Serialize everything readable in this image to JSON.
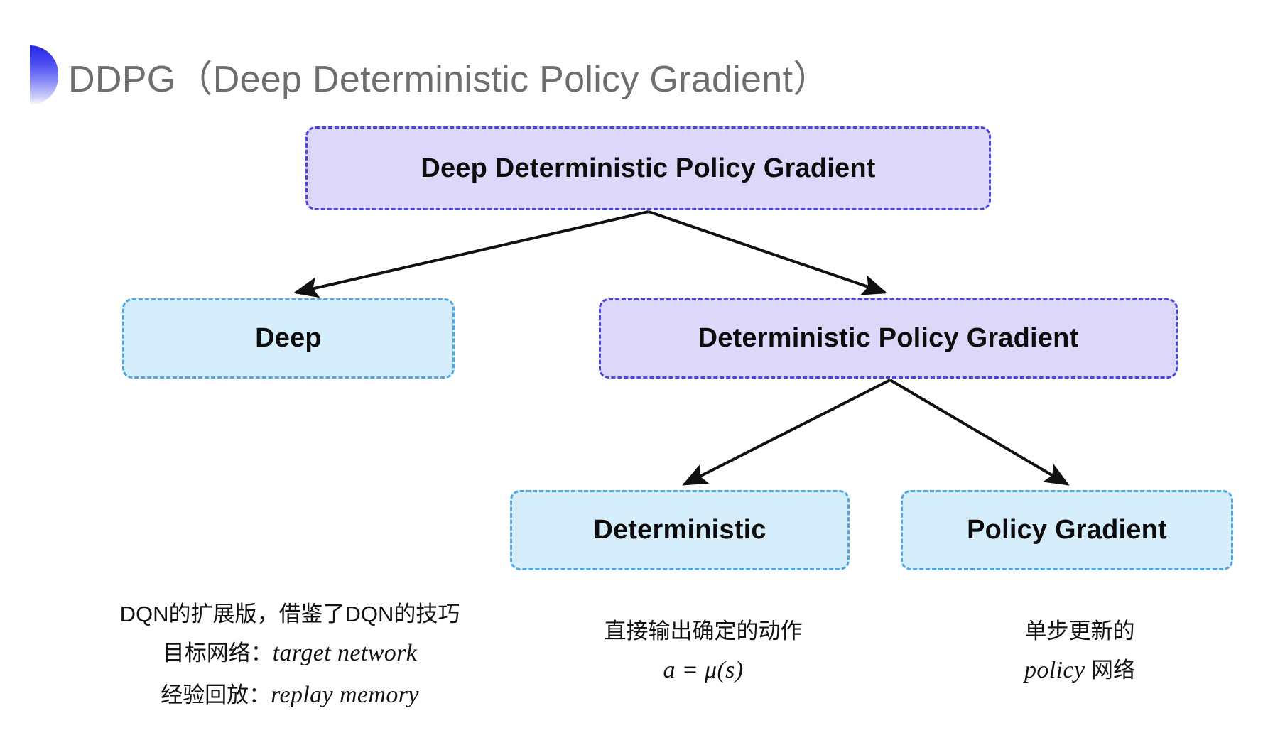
{
  "slide": {
    "title": "DDPG（Deep Deterministic Policy Gradient）",
    "bullet_icon": "gradient-halfcircle-bullet",
    "background_color": "#ffffff",
    "title_color": "#6e6e6e"
  },
  "palette": {
    "purple_fill": "#ddd8fa",
    "purple_border": "#4b46e0",
    "cyan_fill": "#d6eefb",
    "cyan_border": "#50a6de",
    "arrow_color": "#111111",
    "bullet_gradient_start": "#2628e8",
    "bullet_gradient_end": "#ffffff"
  },
  "diagram": {
    "type": "tree",
    "nodes": [
      {
        "id": "root",
        "label": "Deep Deterministic Policy Gradient",
        "style": "purple",
        "level": 0
      },
      {
        "id": "deep",
        "label": "Deep",
        "style": "cyan",
        "level": 1
      },
      {
        "id": "dpg",
        "label": "Deterministic Policy Gradient",
        "style": "purple",
        "level": 1
      },
      {
        "id": "det",
        "label": "Deterministic",
        "style": "cyan",
        "level": 2
      },
      {
        "id": "pg",
        "label": "Policy Gradient",
        "style": "cyan",
        "level": 2
      }
    ],
    "edges": [
      {
        "from": "root",
        "to": "deep"
      },
      {
        "from": "root",
        "to": "dpg"
      },
      {
        "from": "dpg",
        "to": "det"
      },
      {
        "from": "dpg",
        "to": "pg"
      }
    ]
  },
  "captions": {
    "deep": {
      "line1": "DQN的扩展版，借鉴了DQN的技巧",
      "line2_label": "目标网络：",
      "line2_term": "target network",
      "line3_label": "经验回放：",
      "line3_term": "replay memory"
    },
    "deterministic": {
      "line1": "直接输出确定的动作",
      "formula": "a = μ(s)"
    },
    "policy_gradient": {
      "line1": "单步更新的",
      "line2_term": "policy",
      "line2_suffix": " 网络"
    }
  }
}
